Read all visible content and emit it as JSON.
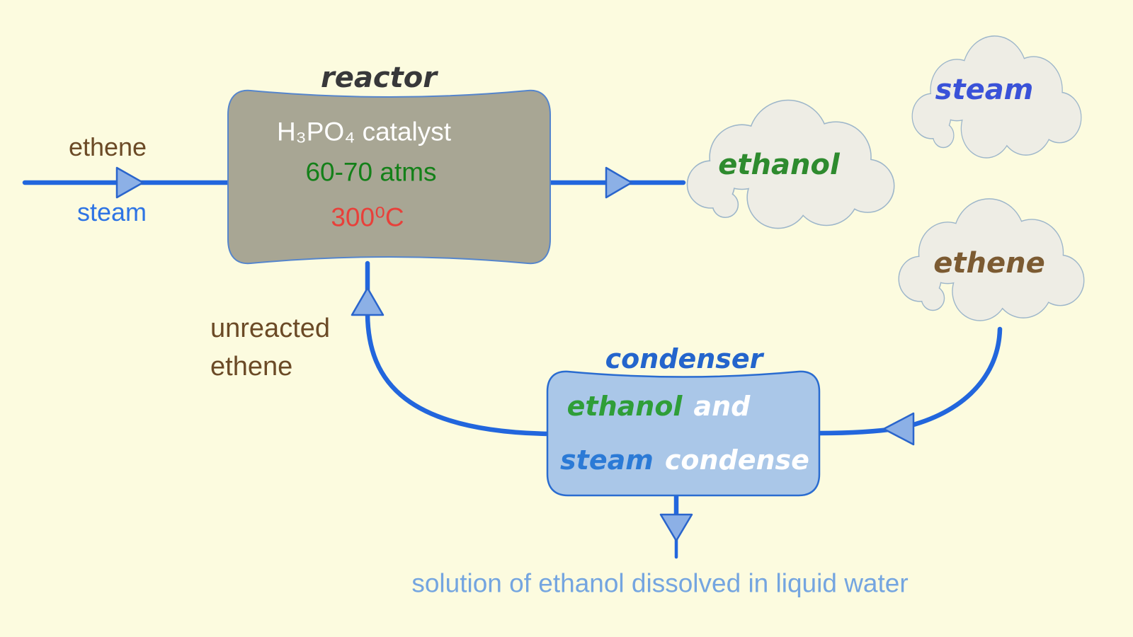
{
  "background_color": "#fcfbdf",
  "feed": {
    "ethene_label": "ethene",
    "steam_label": "steam"
  },
  "reactor": {
    "title": "reactor",
    "catalyst_line": "H₃PO₄ catalyst",
    "pressure_line": "60-70 atms",
    "temperature_line": "300⁰C",
    "fill_color": "#a8a694"
  },
  "clouds": {
    "ethanol_label": "ethanol",
    "steam_label": "steam",
    "ethene_label": "ethene"
  },
  "condenser": {
    "title": "condenser",
    "word_ethanol": "ethanol",
    "word_and": "and",
    "word_steam": "steam",
    "word_condense": "condense",
    "fill_color": "#aac7e8"
  },
  "recycle": {
    "line1": "unreacted",
    "line2": "ethene"
  },
  "output": {
    "solution_label": "solution of ethanol dissolved in liquid water"
  },
  "colors": {
    "flow_line_blue": "#2266dd",
    "arrowhead_fill": "#8cb0e6",
    "ethene_brown": "#6b4a26",
    "steam_blue": "#2e74e4",
    "ethanol_green": "#2e8b2e",
    "cloud_steam_blue": "#3a52d8",
    "cloud_ethene_brown": "#7c5b32",
    "catalyst_white": "#ffffff",
    "pressure_green": "#148019",
    "temperature_red": "#e8403a",
    "condenser_title_blue": "#2465cc",
    "solution_blue": "#74a5e0",
    "cloud_fill": "#eeede5",
    "cloud_outline": "#9db6ca"
  }
}
